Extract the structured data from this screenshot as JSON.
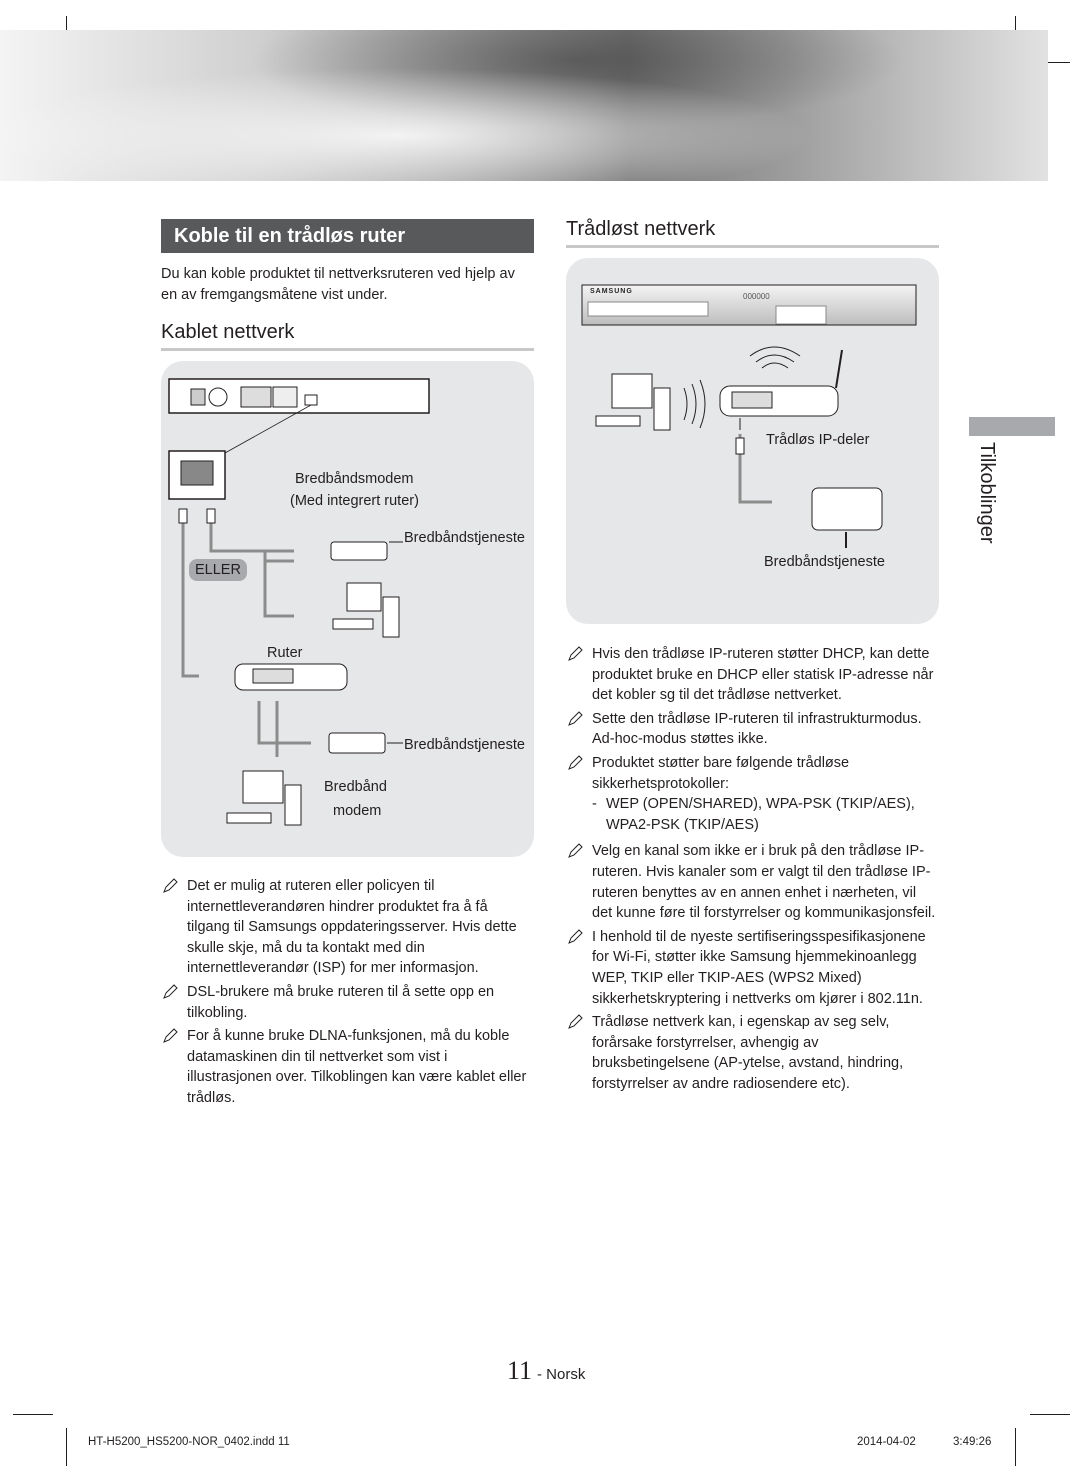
{
  "header": {
    "section_title": "Koble til en trådløs ruter"
  },
  "left": {
    "intro": "Du kan koble produktet til nettverksruteren ved hjelp av en av fremgangsmåtene vist under.",
    "heading": "Kablet nettverk",
    "diagram": {
      "modem_line1": "Bredbåndsmodem",
      "modem_line2": "(Med integrert ruter)",
      "service1": "Bredbåndstjeneste",
      "eller": "ELLER",
      "router": "Ruter",
      "service2": "Bredbåndstjeneste",
      "modem_a": "Bredbånd",
      "modem_b": "modem"
    },
    "notes": [
      "Det er mulig at ruteren eller policyen til internettleverandøren hindrer produktet fra å få tilgang til Samsungs oppdateringsserver. Hvis dette skulle skje, må du ta kontakt med din internettleverandør (ISP) for mer informasjon.",
      "DSL-brukere må bruke ruteren til å sette opp en tilkobling.",
      "For å kunne bruke DLNA-funksjonen, må du koble datamaskinen din til nettverket som vist i illustrasjonen over. Tilkoblingen kan være kablet eller trådløs."
    ]
  },
  "right": {
    "heading": "Trådløst nettverk",
    "diagram": {
      "brand": "SAMSUNG",
      "display": "000000",
      "ip_sharer": "Trådløs IP-deler",
      "service": "Bredbåndstjeneste"
    },
    "notes": [
      "Hvis den trådløse IP-ruteren støtter DHCP, kan dette produktet bruke en DHCP eller statisk IP-adresse når det kobler sg til det trådløse nettverket.",
      "Sette den trådløse IP-ruteren til infrastrukturmodus. Ad-hoc-modus støttes ikke.",
      "Produktet støtter bare følgende trådløse sikkerhetsprotokoller:",
      "Velg en kanal som ikke er i bruk på den trådløse IP-ruteren. Hvis kanaler som er valgt til den trådløse IP-ruteren benyttes av en annen enhet i nærheten, vil det kunne føre til forstyrrelser og kommunikasjonsfeil.",
      "I henhold til de nyeste sertifiseringsspesifikasjonene for Wi-Fi, støtter ikke Samsung hjemmekinoanlegg WEP, TKIP eller TKIP-AES (WPS2 Mixed) sikkerhetskryptering i nettverks om kjører i 802.11n.",
      "Trådløse nettverk kan, i egenskap av seg selv, forårsake forstyrrelser, avhengig av bruksbetingelsene (AP-ytelse, avstand, hindring, forstyrrelser av andre radiosendere etc)."
    ],
    "protocol_dash": "-",
    "protocols": "WEP (OPEN/SHARED), WPA-PSK (TKIP/AES), WPA2-PSK (TKIP/AES)"
  },
  "side_tab": "Tilkoblinger",
  "page": {
    "number": "11",
    "lang": "- Norsk"
  },
  "footer": {
    "file": "HT-H5200_HS5200-NOR_0402.indd   11",
    "date": "2014-04-02",
    "time": "3:49:26"
  }
}
